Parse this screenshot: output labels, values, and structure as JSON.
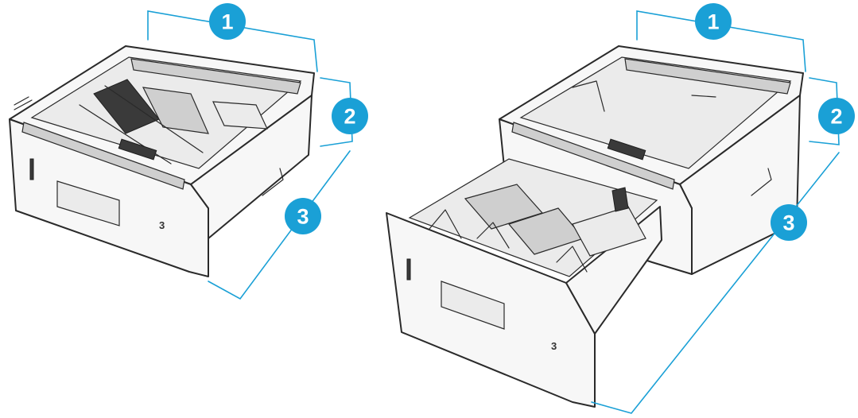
{
  "colors": {
    "callout_fill": "#1aa0d6",
    "dimension_line": "#1aa0d6",
    "outline": "#2a2a2a"
  },
  "left_unit": {
    "tray_label": "3",
    "callouts": [
      {
        "label": "1"
      },
      {
        "label": "2"
      },
      {
        "label": "3"
      }
    ]
  },
  "right_unit": {
    "tray_label": "3",
    "callouts": [
      {
        "label": "1"
      },
      {
        "label": "2"
      },
      {
        "label": "3"
      }
    ]
  }
}
